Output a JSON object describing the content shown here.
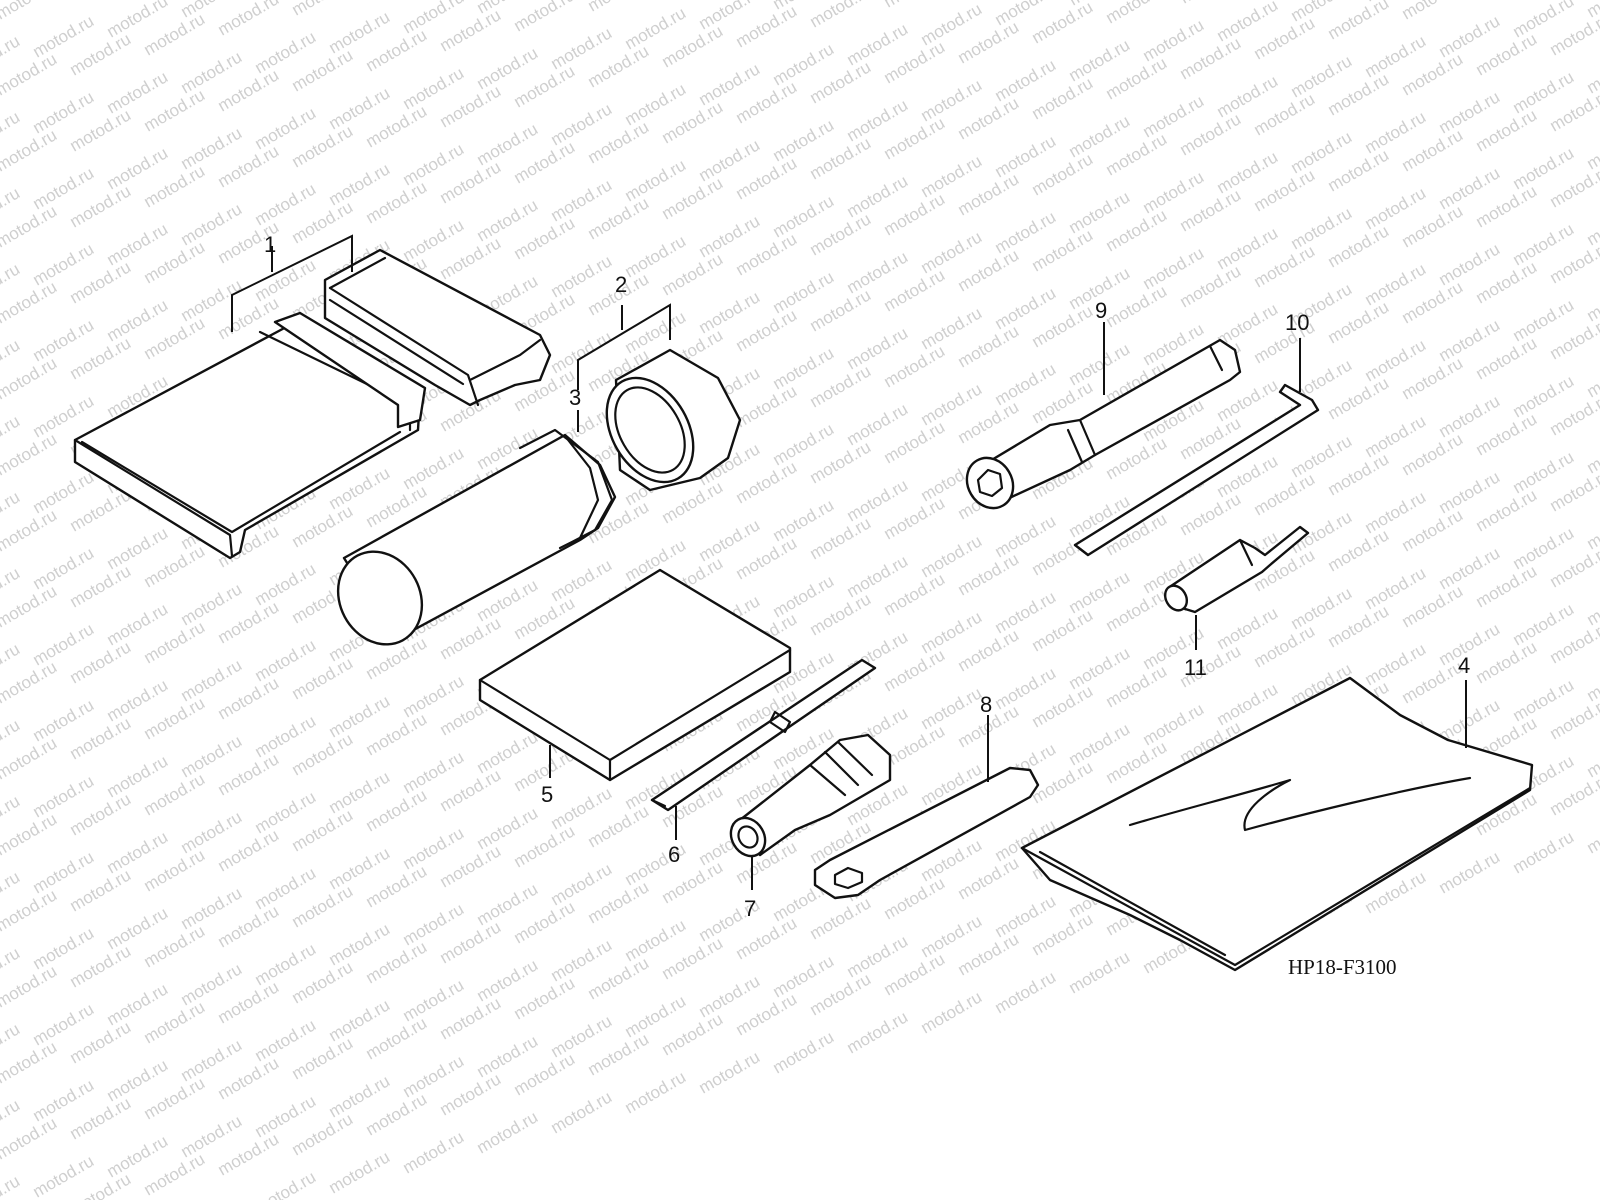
{
  "diagram": {
    "code": "HP18-F3100",
    "watermark": "motod.ru",
    "callouts": {
      "c1": "1",
      "c2": "2",
      "c3": "3",
      "c4": "4",
      "c5": "5",
      "c6": "6",
      "c7": "7",
      "c8": "8",
      "c9": "9",
      "c10": "10",
      "c11": "11"
    }
  }
}
